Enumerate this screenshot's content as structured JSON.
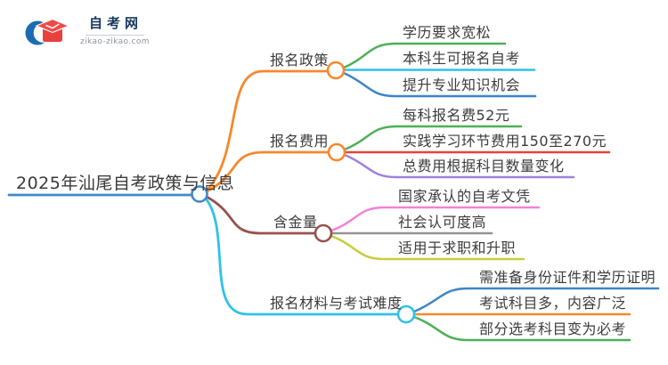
{
  "logo": {
    "title": "自考网",
    "domain": "zikao-zikao.com",
    "icon": "graduation-cap-icon"
  },
  "mindmap": {
    "root": {
      "label": "2025年汕尾自考政策与信息",
      "color": "#4288c8"
    },
    "branches": [
      {
        "label": "报名政策",
        "color": "#f6882c",
        "children": [
          {
            "label": "学历要求宽松",
            "color": "#4db056"
          },
          {
            "label": "本科生可报名自考",
            "color": "#2fc2e5"
          },
          {
            "label": "提升专业知识机会",
            "color": "#3d85c6"
          }
        ]
      },
      {
        "label": "报名费用",
        "color": "#f6882c",
        "children": [
          {
            "label": "每科报名费52元",
            "color": "#4db056"
          },
          {
            "label": "实践学习环节费用150至270元",
            "color": "#e2453f"
          },
          {
            "label": "总费用根据科目数量变化",
            "color": "#a081d9"
          }
        ]
      },
      {
        "label": "含金量",
        "color": "#96524c",
        "children": [
          {
            "label": "国家承认的自考文凭",
            "color": "#f381d9"
          },
          {
            "label": "社会认可度高",
            "color": "#939393"
          },
          {
            "label": "适用于求职和升职",
            "color": "#c9cd3e"
          }
        ]
      },
      {
        "label": "报名材料与考试难度",
        "color": "#2fc2e5",
        "children": [
          {
            "label": "需准备身份证件和学历证明",
            "color": "#3d85c6"
          },
          {
            "label": "考试科目多，内容广泛",
            "color": "#f6882c"
          },
          {
            "label": "部分选考科目变为必考",
            "color": "#4db056"
          }
        ]
      }
    ]
  }
}
